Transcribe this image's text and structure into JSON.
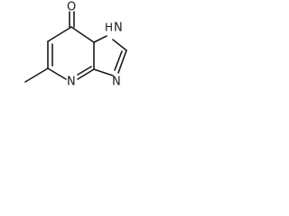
{
  "molecule": {
    "atoms": {
      "oxygen": "O",
      "nh": "H",
      "nh_n": "N",
      "n_pyrimidine": "N",
      "n_triazole": "N"
    },
    "colors": {
      "bond": "#1a1a1a",
      "background": "#ffffff"
    }
  }
}
